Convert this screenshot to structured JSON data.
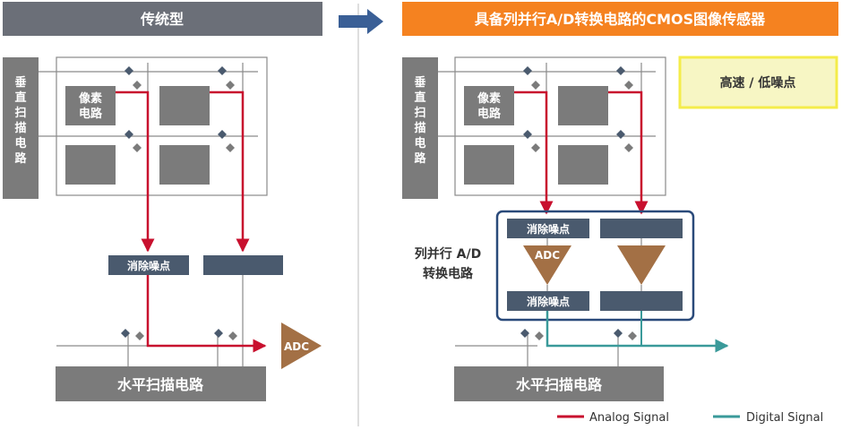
{
  "left": {
    "header": "传统型",
    "vscan": [
      "垂",
      "直",
      "扫",
      "描",
      "电",
      "路"
    ],
    "pixel_line1": "像素",
    "pixel_line2": "电路",
    "noise": "消除噪点",
    "adc": "ADC",
    "hscan": "水平扫描电路"
  },
  "right": {
    "header": "具备列并行A/D转换电路的CMOS图像传感器",
    "vscan": [
      "垂",
      "直",
      "扫",
      "描",
      "电",
      "路"
    ],
    "pixel_line1": "像素",
    "pixel_line2": "电路",
    "noise_top": "消除噪点",
    "adc": "ADC",
    "noise_bottom": "消除噪点",
    "column_label_line1": "列并行 A/D",
    "column_label_line2": "转换电路",
    "feature": "高速 / 低噪点",
    "hscan": "水平扫描电路"
  },
  "legend": {
    "analog": "Analog Signal",
    "digital": "Digital Signal"
  },
  "colors": {
    "header_left": "#6b6f78",
    "header_right": "#f58220",
    "block_gray": "#7b7b7b",
    "block_dark": "#4a5a6e",
    "adc_brown": "#a37045",
    "analog_red": "#c8102e",
    "digital_teal": "#3a9a9a",
    "feature_fill": "#f7f6c4",
    "feature_border": "#f4ec4a",
    "column_border": "#2a4a7a",
    "arrow_blue": "#3a5f96"
  }
}
